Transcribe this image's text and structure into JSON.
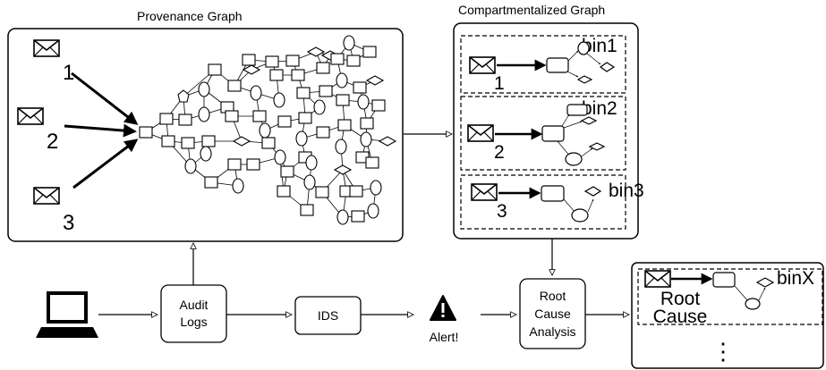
{
  "titles": {
    "provenance": "Provenance Graph",
    "compartmentalized": "Compartmentalized Graph"
  },
  "emails": [
    "1",
    "2",
    "3"
  ],
  "bins": [
    "bin1",
    "bin2",
    "bin3"
  ],
  "bin_emails": [
    "1",
    "2",
    "3"
  ],
  "pipeline": {
    "audit_logs": [
      "Audit",
      "Logs"
    ],
    "ids": "IDS",
    "alert": "Alert!",
    "root_cause_analysis": [
      "Root",
      "Cause",
      "Analysis"
    ]
  },
  "result": {
    "bin_label": "binX",
    "root_cause": [
      "Root",
      "Cause"
    ],
    "continuation": "⋮"
  },
  "icons": {
    "email": "envelope-icon",
    "computer": "laptop-icon",
    "alert": "warning-triangle-icon"
  }
}
